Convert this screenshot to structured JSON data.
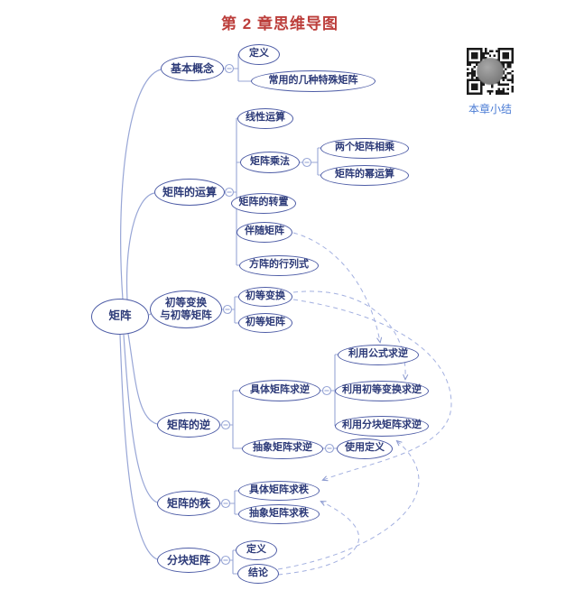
{
  "title": "第 2 章思维导图",
  "qr": {
    "label": "本章小结"
  },
  "colors": {
    "title_red": "#bc3e3b",
    "node_border": "#4d5ca6",
    "node_text": "#2c3a78",
    "connector_line": "#98a6d6",
    "cross_link_dashed": "#a3b0e0",
    "qr_link_blue": "#4a7bd4"
  },
  "mindmap": {
    "root": {
      "label": "矩阵"
    },
    "branches": [
      {
        "label": "基本概念",
        "children": [
          {
            "label": "定义"
          },
          {
            "label": "常用的几种特殊矩阵"
          }
        ]
      },
      {
        "label": "矩阵的运算",
        "children": [
          {
            "label": "线性运算"
          },
          {
            "label": "矩阵乘法",
            "children": [
              {
                "label": "两个矩阵相乘"
              },
              {
                "label": "矩阵的幂运算"
              }
            ]
          },
          {
            "label": "矩阵的转置"
          },
          {
            "label": "伴随矩阵"
          },
          {
            "label": "方阵的行列式"
          }
        ]
      },
      {
        "label": "初等变换\n与初等矩阵",
        "children": [
          {
            "label": "初等变换"
          },
          {
            "label": "初等矩阵"
          }
        ]
      },
      {
        "label": "矩阵的逆",
        "children": [
          {
            "label": "具体矩阵求逆",
            "children": [
              {
                "label": "利用公式求逆"
              },
              {
                "label": "利用初等变换求逆"
              },
              {
                "label": "利用分块矩阵求逆"
              }
            ]
          },
          {
            "label": "抽象矩阵求逆",
            "children": [
              {
                "label": "使用定义"
              }
            ]
          }
        ]
      },
      {
        "label": "矩阵的秩",
        "children": [
          {
            "label": "具体矩阵求秩"
          },
          {
            "label": "抽象矩阵求秩"
          }
        ]
      },
      {
        "label": "分块矩阵",
        "children": [
          {
            "label": "定义"
          },
          {
            "label": "结论"
          }
        ]
      }
    ],
    "cross_links": [
      {
        "from": "伴随矩阵",
        "to": "利用公式求逆"
      },
      {
        "from": "初等变换",
        "to": "利用初等变换求逆"
      },
      {
        "from": "初等变换",
        "to": "具体矩阵求秩"
      },
      {
        "from": "结论",
        "to": "利用分块矩阵求逆"
      },
      {
        "from": "结论",
        "to": "具体矩阵求秩"
      }
    ]
  }
}
